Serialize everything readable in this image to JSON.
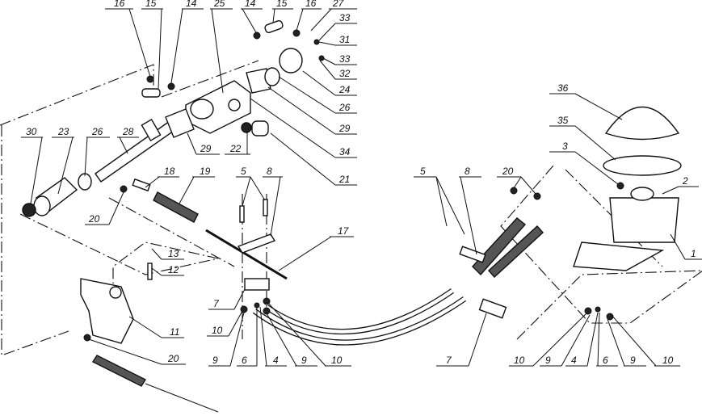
{
  "diagram": {
    "title": "Gear shift mechanism exploded view",
    "callouts": [
      "16",
      "15",
      "14",
      "25",
      "14",
      "15",
      "16",
      "27",
      "33",
      "31",
      "33",
      "32",
      "24",
      "26",
      "29",
      "34",
      "21",
      "22",
      "29",
      "30",
      "23",
      "26",
      "28",
      "18",
      "19",
      "20",
      "5",
      "8",
      "17",
      "13",
      "12",
      "11",
      "20",
      "7",
      "10",
      "9",
      "6",
      "4",
      "9",
      "10",
      "5",
      "8",
      "20",
      "36",
      "35",
      "3",
      "2",
      "1",
      "7",
      "10",
      "9",
      "4",
      "6",
      "9",
      "10"
    ]
  }
}
